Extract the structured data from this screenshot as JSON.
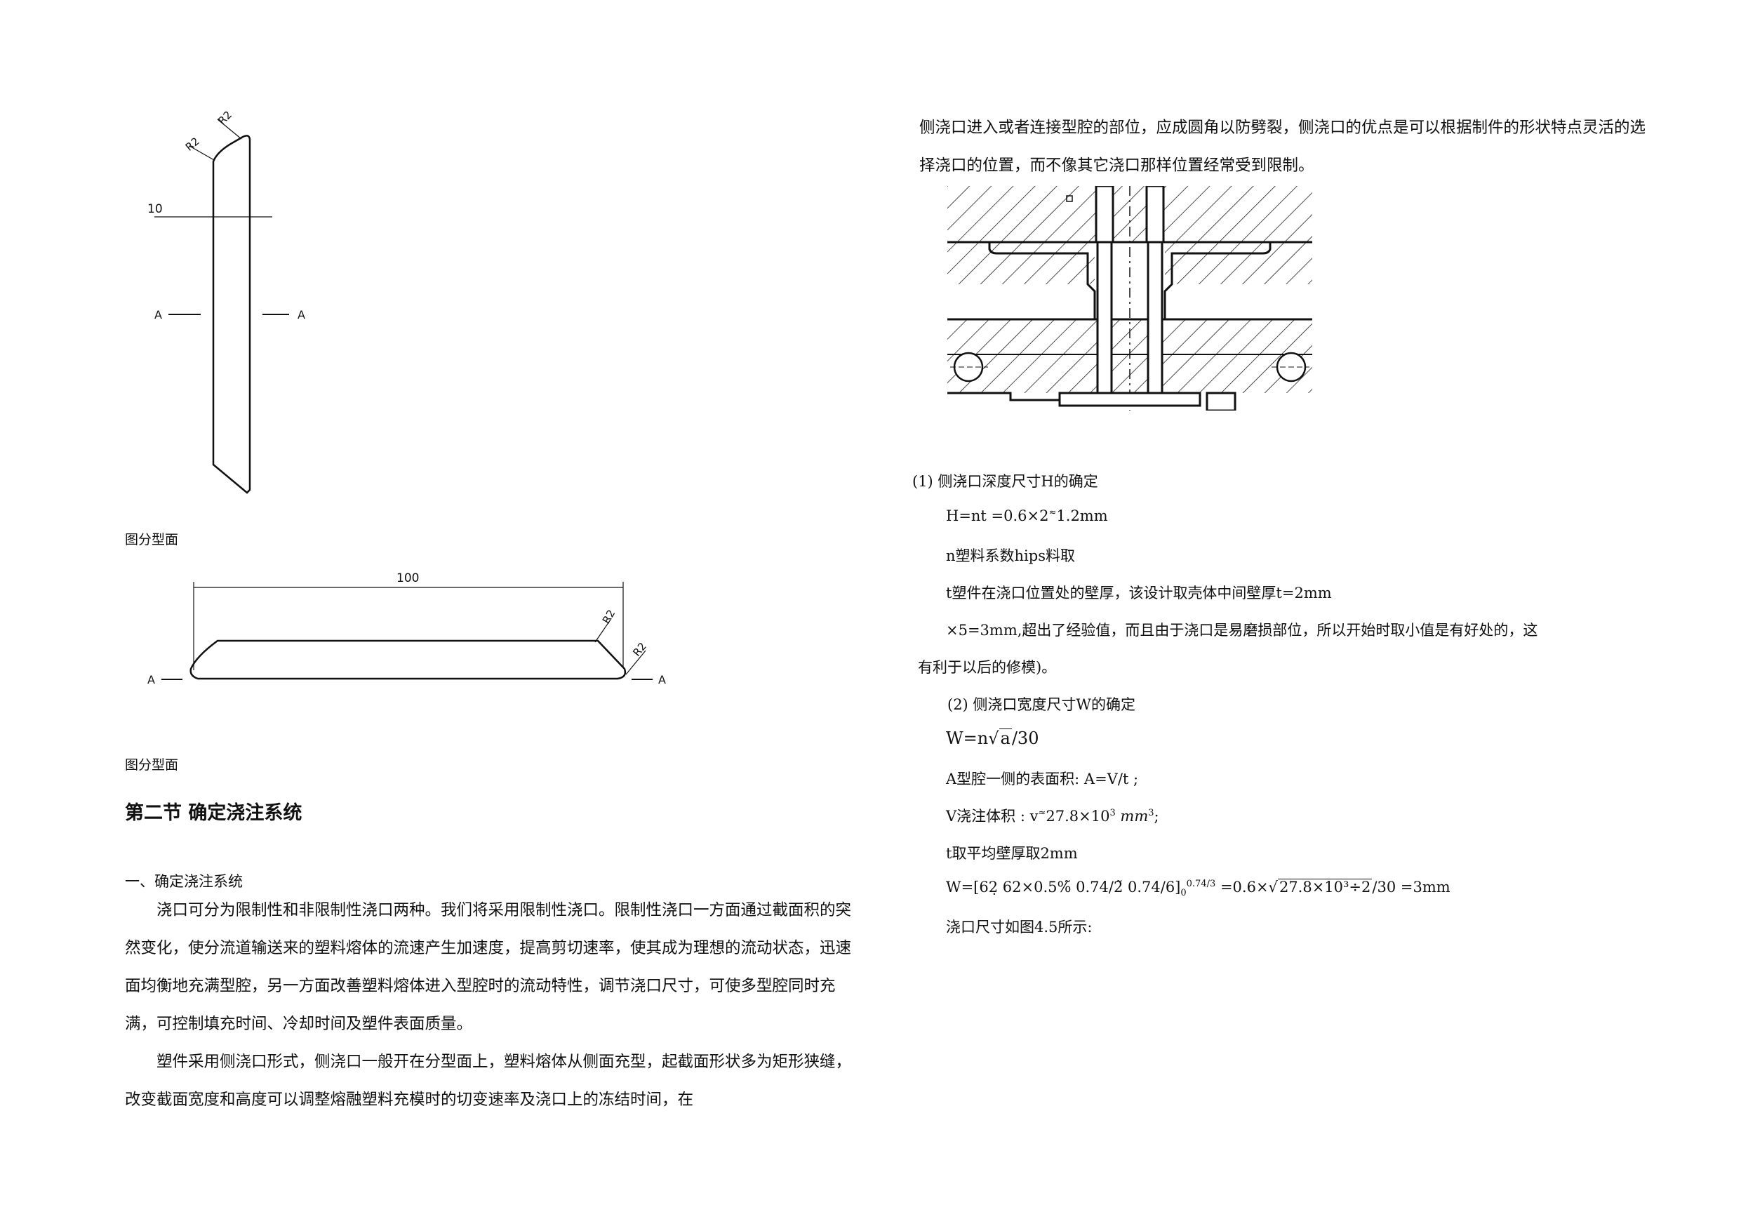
{
  "figure1": {
    "dims": {
      "width": "10",
      "radius_top": "R2",
      "radius_left": "R2"
    },
    "section_marks": {
      "left": "A",
      "right": "A"
    },
    "caption": "图分型面"
  },
  "figure2": {
    "dims": {
      "length": "100",
      "radius_a": "R2",
      "radius_b": "R2"
    },
    "section_marks": {
      "left": "A",
      "right": "A"
    },
    "caption": "图分型面"
  },
  "left": {
    "section_title": "第二节 确定浇注系统",
    "subsection_title": "一、确定浇注系统",
    "paragraphs": [
      "浇口可分为限制性和非限制性浇口两种。我们将采用限制性浇口。限制性浇口一方面通过截面积的突然变化，使分流道输送来的塑料熔体的流速产生加速度，提高剪切速率，使其成为理想的流动状态，迅速面均衡地充满型腔，另一方面改善塑料熔体进入型腔时的流动特性，调节浇口尺寸，可使多型腔同时充满，可控制填充时间、冷却时间及塑件表面质量。",
      "塑件采用侧浇口形式，侧浇口一般开在分型面上，塑料熔体从侧面充型，起截面形状多为矩形狭缝，改变截面宽度和高度可以调整熔融塑料充模时的切变速率及浇口上的冻结时间，在"
    ]
  },
  "right": {
    "intro": "侧浇口进入或者连接型腔的部位，应成圆角以防劈裂，侧浇口的优点是可以根据制件的形状特点灵活的选择浇口的位置，而不像其它浇口那样位置经常受到限制。",
    "h_title": "(1) 侧浇口深度尺寸H的确定",
    "h_formula": {
      "lhs": "H=nt =0.6×2",
      "mark": "≈",
      "rhs": "1.2mm"
    },
    "n_line": "n塑料系数hips料取",
    "t_line": "t塑件在浇口位置处的壁厚，该设计取壳体中间壁厚t=2mm",
    "note_line1": "×5=3mm,超出了经验值，而且由于浇口是易磨损部位，所以开始时取小值是有好处的，这",
    "note_line2": "有利于以后的修模)。",
    "w_title": "(2) 侧浇口宽度尺寸W的确定",
    "w_formula": {
      "lhs": "W=n",
      "radicand": "a",
      "rhs": "/30"
    },
    "a_line": "A型腔一侧的表面积: A=V/t ;",
    "v_line": {
      "label": "V浇注体积 :  v",
      "mark": "≈",
      "value": "27.8×10",
      "exp": "3",
      "unit": "mm",
      "unit_exp": "3",
      "end": ";"
    },
    "t_avg_line": "t取平均壁厚取2mm",
    "w_calc": {
      "lhs": "W=[62̣   62×0.5%̃   0.74/2̃   0.74/6]",
      "sub": "0",
      "sup": "0.74/3",
      "mid": "=0.6×",
      "radicand": "27.8×10³÷2",
      "rhs": "/30 =3mm"
    },
    "fig_ref": "浇口尺寸如图4.5所示:"
  }
}
